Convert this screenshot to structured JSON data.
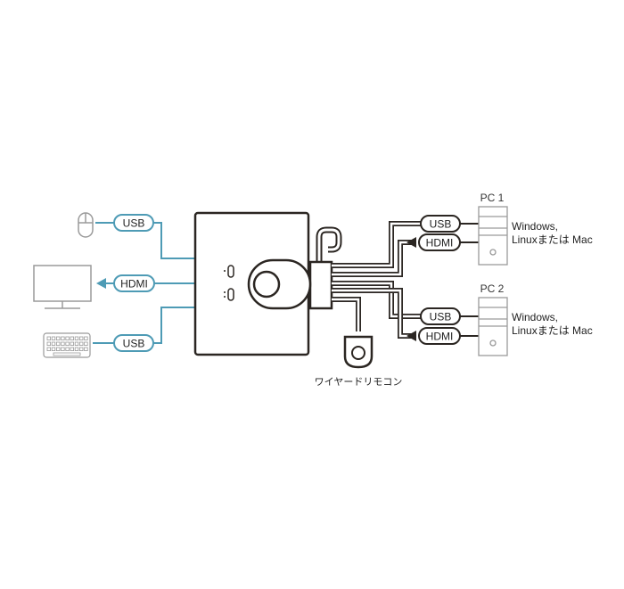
{
  "labels": {
    "left_top_port": "USB",
    "left_mid_port": "HDMI",
    "left_bot_port": "USB",
    "pc1_usb": "USB",
    "pc1_hdmi": "HDMI",
    "pc2_usb": "USB",
    "pc2_hdmi": "HDMI",
    "pc1_title": "PC 1",
    "pc2_title": "PC 2",
    "pc1_os_line1": "Windows,",
    "pc1_os_line2": "Linuxまたは Mac",
    "pc2_os_line1": "Windows,",
    "pc2_os_line2": "Linuxまたは Mac",
    "remote_caption": "ワイヤードリモコン"
  },
  "colors": {
    "teal": "#4e9bb5",
    "dark": "#2b2622",
    "gray": "#9a9a9a"
  }
}
